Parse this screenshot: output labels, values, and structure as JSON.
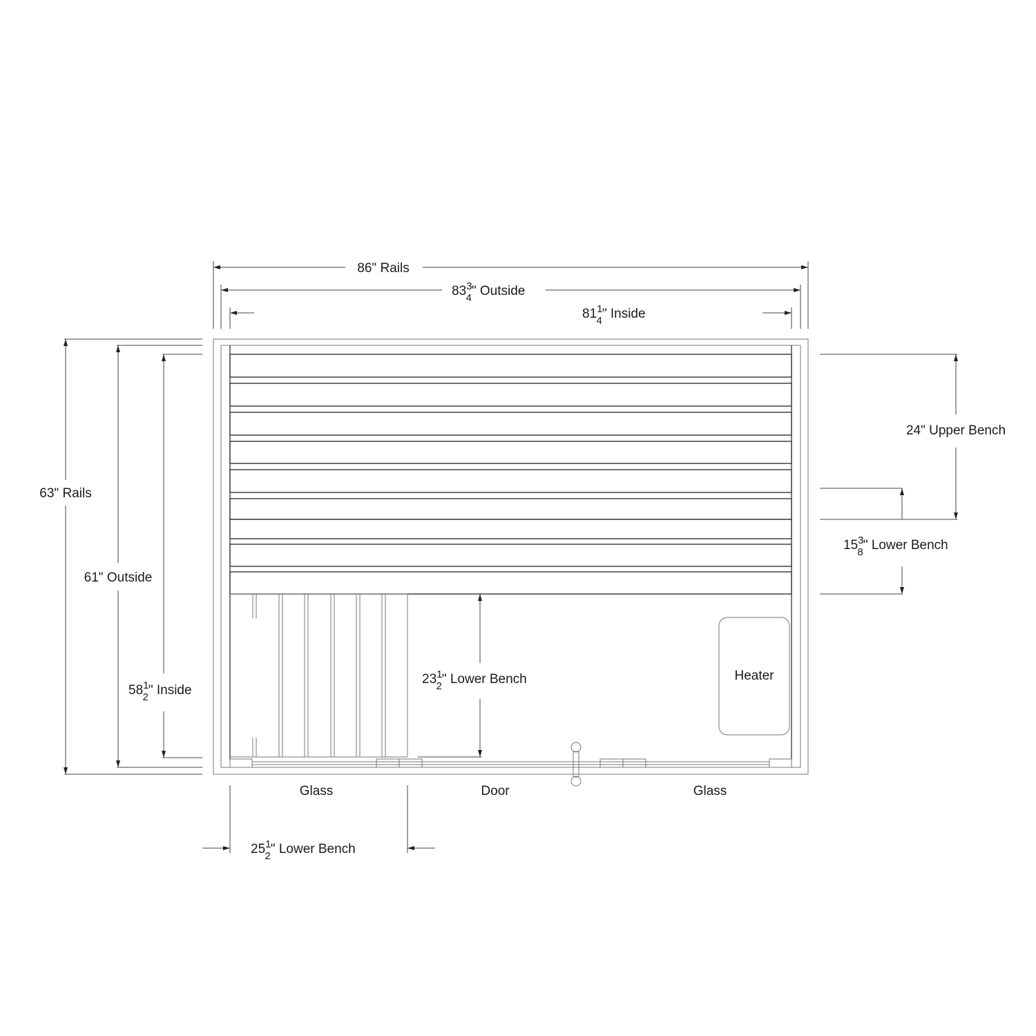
{
  "dimensions": {
    "width_rails": {
      "value": "86\"",
      "label": "Rails"
    },
    "width_outside": {
      "whole": "83",
      "num": "3",
      "den": "4",
      "label": "\" Outside"
    },
    "width_inside": {
      "whole": "81",
      "num": "1",
      "den": "4",
      "label": "\" Inside"
    },
    "depth_rails": {
      "value": "63\"",
      "label": "Rails"
    },
    "depth_outside": {
      "value": "61\"",
      "label": "Outside"
    },
    "depth_inside": {
      "whole": "58",
      "num": "1",
      "den": "2",
      "label": "\" Inside"
    },
    "upper_bench": {
      "value": "24\"",
      "label": "Upper Bench"
    },
    "lower_bench_right": {
      "whole": "15",
      "num": "3",
      "den": "8",
      "label": "\" Lower Bench"
    },
    "lower_bench_length": {
      "whole": "23",
      "num": "1",
      "den": "2",
      "label": "\" Lower Bench"
    },
    "lower_bench_width": {
      "whole": "25",
      "num": "1",
      "den": "2",
      "label": "\" Lower Bench"
    }
  },
  "labels": {
    "glass_left": "Glass",
    "door": "Door",
    "glass_right": "Glass",
    "heater": "Heater"
  }
}
